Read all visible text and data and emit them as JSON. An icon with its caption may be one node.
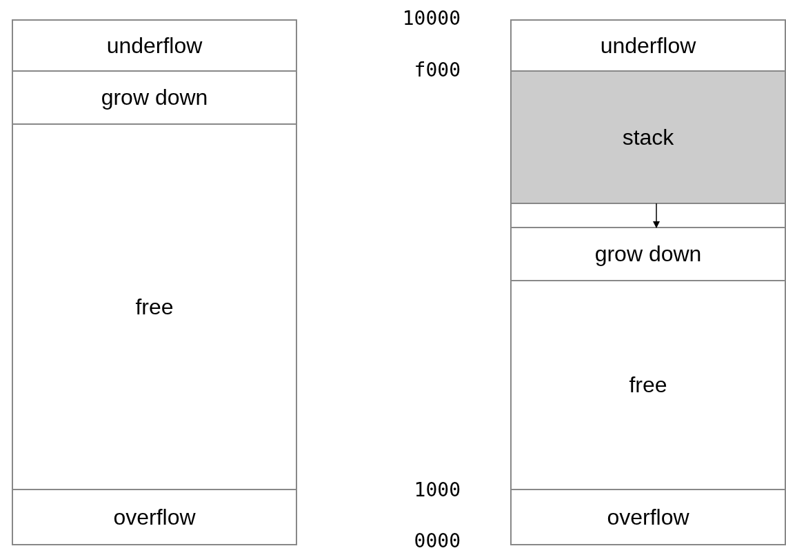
{
  "diagram": {
    "nodes": [
      {
        "text": [
          "underflow"
        ]
      },
      {
        "text": [
          "grow down"
        ]
      },
      {
        "text": [
          "free"
        ]
      },
      {
        "text": [
          "overflow"
        ]
      },
      {
        "text": [
          "underflow"
        ]
      },
      {
        "text": [
          "stack"
        ]
      },
      {
        "text": [],
        "shape": "box"
      },
      {
        "text": [
          "grow down"
        ]
      },
      {
        "text": [
          "free"
        ]
      },
      {
        "text": [
          "overflow"
        ]
      }
    ],
    "edges": [
      {
        "from": 6,
        "to": 7,
        "arrow": "to"
      }
    ],
    "labels": [
      "10000",
      "f000",
      "1000",
      "0000"
    ]
  }
}
